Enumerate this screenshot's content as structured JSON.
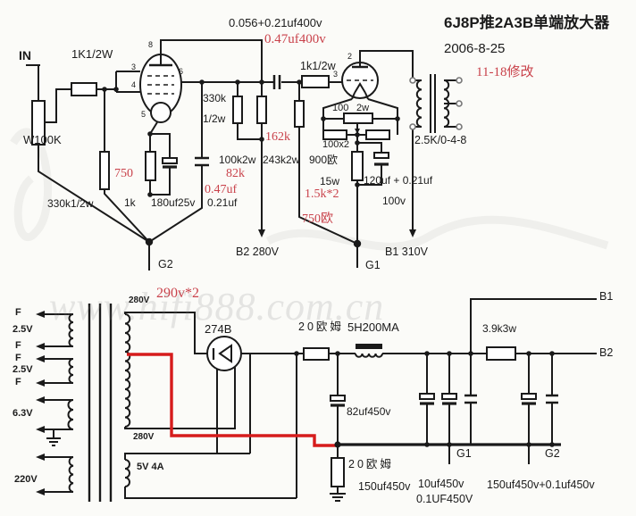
{
  "title": {
    "main": "6J8P推2A3B单端放大器",
    "date": "2006-8-25",
    "revision": "11-18修改"
  },
  "watermark": {
    "text": "www.hifi888.com.cn"
  },
  "colors": {
    "wire": "#1a1a1a",
    "annotation_red": "#c9424b",
    "red_wire": "#d61c1c"
  },
  "amp": {
    "in": "IN",
    "grid_r": "1K1/2W",
    "pot": "W100K",
    "grid_leak": "330k1/2w",
    "v1_pins": {
      "p3": "3",
      "p4": "4",
      "p5": "5",
      "p6": "6",
      "p8": "8"
    },
    "v1_cathode_r_red": "750",
    "v1_cathode_r": "1k",
    "v1_cathode_c": "180uf25v",
    "v1_plate_r1": "330k",
    "v1_plate_r1_w": "1/2w",
    "v1_plate_r2": "100k2w",
    "v1_plate_r2_red": "82k",
    "v1_bypass_c_red": "0.47uf",
    "v1_bypass_c": "0.21uf",
    "coupling_c": "0.056+0.21uf400v",
    "coupling_c_red": "0.47uf400v",
    "v2_grid_leak": "243k2w",
    "v2_grid_leak_red": "162k",
    "v2_grid_r": "1k1/2w",
    "v2_pins": {
      "p2": "2",
      "p3": "3"
    },
    "hum_pot": "100",
    "hum_pot_w": "2w",
    "hum_r": "100x2",
    "v2_cathode_r1": "900欧",
    "v2_cathode_r2": "15w",
    "v2_cathode_r_red1": "1.5k*2",
    "v2_cathode_r_red2": "750欧",
    "v2_cathode_c": "120uf + 0.21uf",
    "v2_cathode_c_v": "100v",
    "g2": "G2",
    "b2": "B2 280V",
    "g1": "G1",
    "b1": "B1 310V",
    "opt": "2.5K/0-4-8"
  },
  "psu": {
    "w1_top": "F",
    "w1_v": "2.5V",
    "w1_bot": "F",
    "w2_top": "F",
    "w2_v": "2.5V",
    "w2_bot": "F",
    "w3_v": "6.3V",
    "w4_v": "220V",
    "hv_top": "280V",
    "hv_bot": "280V",
    "hv_red": "290v*2",
    "rect": "274B",
    "rect_fil": "5V 4A",
    "r_drop": "20欧姆",
    "choke": "5H200MA",
    "r_div": "3.9k3w",
    "c82": "82uf450v",
    "r_gnd": "20欧姆",
    "c150": "150uf450v",
    "c10": "10uf450v",
    "c01": "0.1UF450V",
    "c150b": "150uf450v+0.1uf450v",
    "b1": "B1",
    "b2": "B2",
    "g1": "G1",
    "g2": "G2"
  }
}
